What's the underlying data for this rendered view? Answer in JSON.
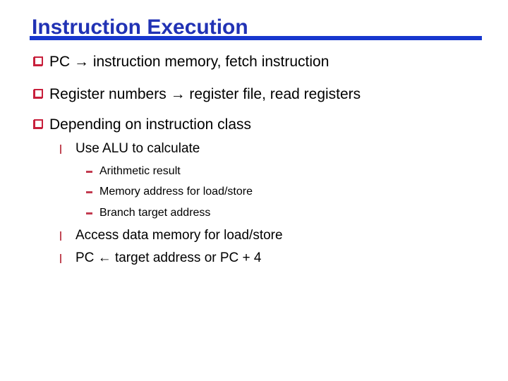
{
  "slide": {
    "title": "Instruction Execution",
    "bullets": [
      {
        "level": 1,
        "marker": "square-bullet-icon",
        "text": "PC → instruction memory, fetch instruction"
      },
      {
        "level": 1,
        "marker": "square-bullet-icon",
        "text": "Register numbers → register file, read registers"
      },
      {
        "level": 1,
        "marker": "square-bullet-icon",
        "text": "Depending on instruction class"
      },
      {
        "level": 2,
        "marker": "bar-bullet-icon",
        "text": "Use ALU to calculate"
      },
      {
        "level": 3,
        "marker": "dash-bullet-icon",
        "text": "Arithmetic result"
      },
      {
        "level": 3,
        "marker": "dash-bullet-icon",
        "text": "Memory address for load/store"
      },
      {
        "level": 3,
        "marker": "dash-bullet-icon",
        "text": "Branch target address"
      },
      {
        "level": 2,
        "marker": "bar-bullet-icon",
        "text": "Access data memory for load/store"
      },
      {
        "level": 2,
        "marker": "bar-bullet-icon",
        "text": "PC ← target address or PC + 4"
      }
    ],
    "colors": {
      "title_text": "#2132B4",
      "title_rule": "#1737CE",
      "square_bullet": "#C8203C",
      "bar_bullet": "#C24956",
      "dash_bullet": "#C33B50",
      "body_text": "#000000",
      "background": "#FFFFFF"
    }
  }
}
